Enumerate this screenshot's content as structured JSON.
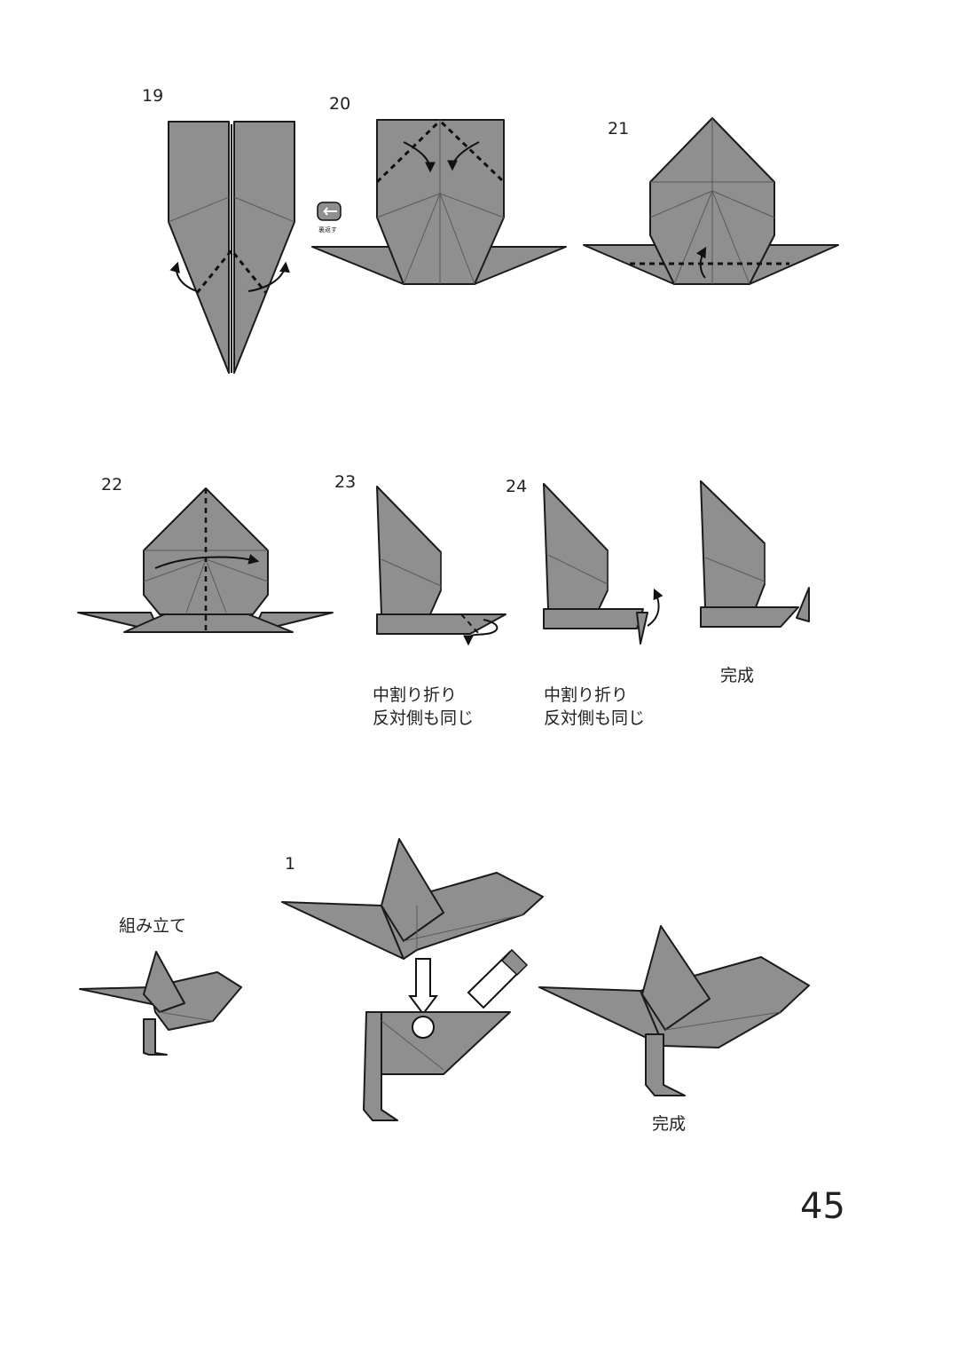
{
  "steps": [
    {
      "number": "19"
    },
    {
      "number": "20",
      "icon": "flip-over-icon",
      "icon_label": "裏返す"
    },
    {
      "number": "21"
    },
    {
      "number": "22"
    },
    {
      "number": "23",
      "caption_line1": "中割り折り",
      "caption_line2": "反対側も同じ"
    },
    {
      "number": "24",
      "caption_line1": "中割り折り",
      "caption_line2": "反対側も同じ"
    },
    {
      "caption": "完成"
    }
  ],
  "assembly": {
    "title": "組み立て",
    "step_number": "1",
    "glue_icon": "glue-stick-icon",
    "caption": "完成"
  },
  "page_number": "45"
}
